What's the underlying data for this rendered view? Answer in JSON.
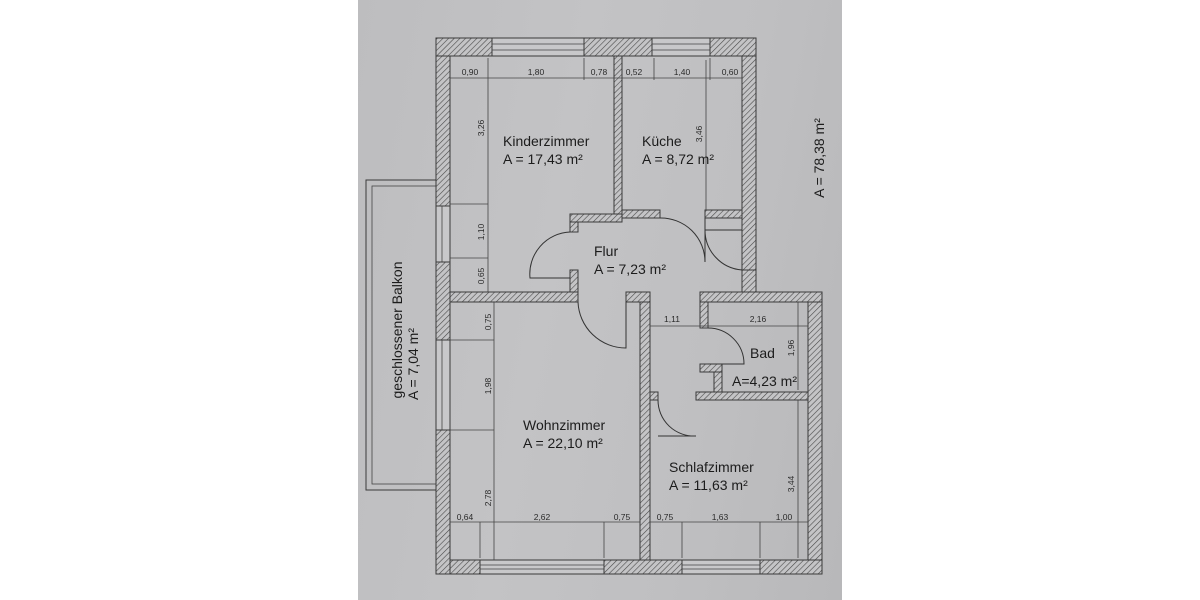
{
  "floor_plan": {
    "total_area": "A = 78,38 m²",
    "rooms": [
      {
        "id": "kinderzimmer",
        "name": "Kinderzimmer",
        "area": "A = 17,43 m²"
      },
      {
        "id": "kueche",
        "name": "Küche",
        "area": "A = 8,72 m²"
      },
      {
        "id": "flur",
        "name": "Flur",
        "area": "A = 7,23 m²"
      },
      {
        "id": "bad",
        "name": "Bad",
        "area": "A=4,23 m²"
      },
      {
        "id": "wohnzimmer",
        "name": "Wohnzimmer",
        "area": "A = 22,10 m²"
      },
      {
        "id": "schlafzimmer",
        "name": "Schlafzimmer",
        "area": "A = 11,63 m²"
      },
      {
        "id": "balkon",
        "name": "geschlossener Balkon",
        "area": "A = 7,04 m²"
      }
    ],
    "dimensions": {
      "top_kinderzimmer": [
        "0,90",
        "1,80",
        "0,78"
      ],
      "top_kueche": [
        "0,52",
        "1,40",
        "0,60"
      ],
      "left_kinderzimmer": [
        "3,26",
        "1,10",
        "0,65"
      ],
      "left_wohnzimmer": [
        "0,75",
        "1,98",
        "2,78"
      ],
      "kueche_height": "3,46",
      "bad_width_left": "1,11",
      "bad_width": "2,16",
      "bad_height": "1,96",
      "schlafzimmer_height": "3,44",
      "bottom_wohnzimmer": [
        "0,64",
        "2,62",
        "0,75"
      ],
      "bottom_schlafzimmer": [
        "0,75",
        "1,63",
        "1,00"
      ]
    }
  },
  "colors": {
    "page_background": "#ffffff",
    "paper": "#c0c0c2",
    "ink": "#1c1c1c"
  }
}
